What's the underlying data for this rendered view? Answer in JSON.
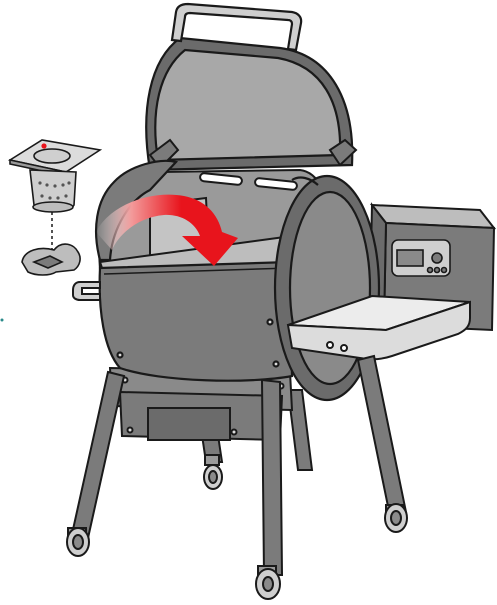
{
  "illustration": {
    "subject": "pellet-grill",
    "has_text": false,
    "colors": {
      "outline": "#1a1a1a",
      "body_gray": "#7b7b7b",
      "body_dark": "#555555",
      "interior_light": "#bdbdbd",
      "lid_inner": "#a8a8a8",
      "steel": "#cfcfcf",
      "shelf": "#ececec",
      "arrow_red": "#e8141c",
      "marker_red": "#e8141c",
      "background": "#ffffff"
    },
    "callouts": [
      {
        "id": "fire-pot-assembly",
        "label": ""
      },
      {
        "id": "heat-deflector-arrow",
        "label": ""
      }
    ]
  }
}
